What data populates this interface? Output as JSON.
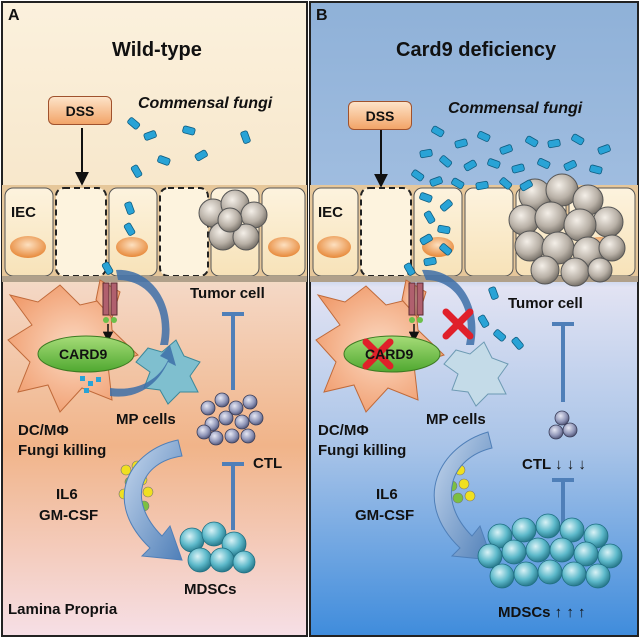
{
  "panel_a": {
    "letter": "A",
    "title": "Wild-type",
    "dss": "DSS",
    "fungi": "Commensal fungi",
    "iec": "IEC",
    "card9": "CARD9",
    "tumor": "Tumor cell",
    "dc_line1": "DC/MΦ",
    "dc_line2": "Fungi killing",
    "mp": "MP cells",
    "ctl": "CTL",
    "il6": "IL6",
    "gmcsf": "GM-CSF",
    "mdscs": "MDSCs",
    "lamina": "Lamina Propria"
  },
  "panel_b": {
    "letter": "B",
    "title": "Card9 deficiency",
    "dss": "DSS",
    "fungi": "Commensal fungi",
    "iec": "IEC",
    "card9": "CARD9",
    "tumor": "Tumor cell",
    "dc_line1": "DC/MΦ",
    "dc_line2": "Fungi killing",
    "mp": "MP cells",
    "ctl": "CTL ↓ ↓ ↓",
    "il6": "IL6",
    "gmcsf": "GM-CSF",
    "mdscs": "MDSCs ↑ ↑ ↑"
  },
  "colors": {
    "fungi": "#29a3d6",
    "card9": "#6cc04a",
    "tumor": "#a9a29a",
    "mp_cell": "#7fbfcf",
    "cytokine_yellow": "#f0e020",
    "cytokine_green": "#7cc040",
    "mdsc": "#4fb2c4",
    "inhibit_cross": "#e0202a"
  }
}
